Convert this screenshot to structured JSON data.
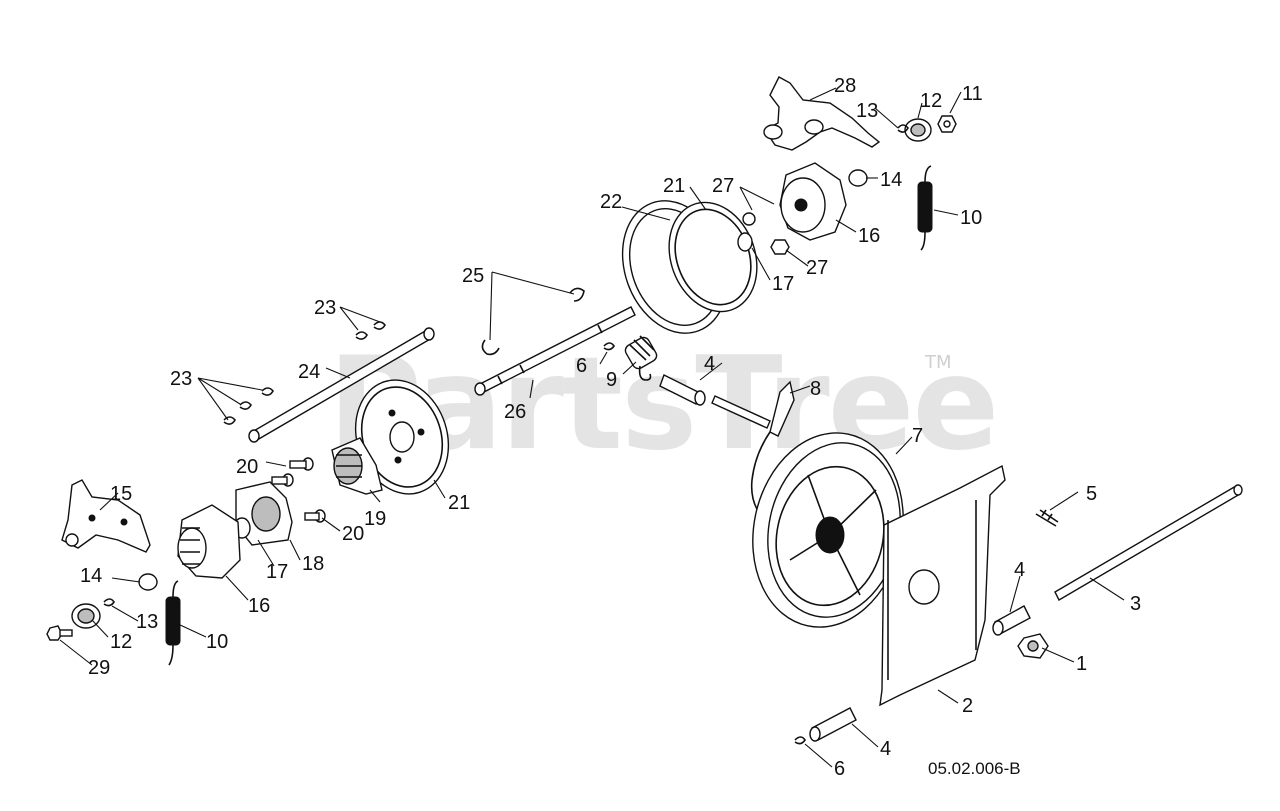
{
  "watermark": {
    "text": "PartsTree",
    "tm": "TM"
  },
  "diagram_id": "05.02.006-B",
  "callouts": [
    "28",
    "13",
    "12",
    "11",
    "21",
    "27",
    "22",
    "14",
    "10",
    "16",
    "27",
    "17",
    "25",
    "23",
    "6",
    "4",
    "9",
    "8",
    "24",
    "23",
    "26",
    "7",
    "20",
    "5",
    "15",
    "19",
    "21",
    "20",
    "17",
    "18",
    "4",
    "3",
    "14",
    "16",
    "13",
    "10",
    "12",
    "1",
    "29",
    "2",
    "4",
    "6"
  ]
}
